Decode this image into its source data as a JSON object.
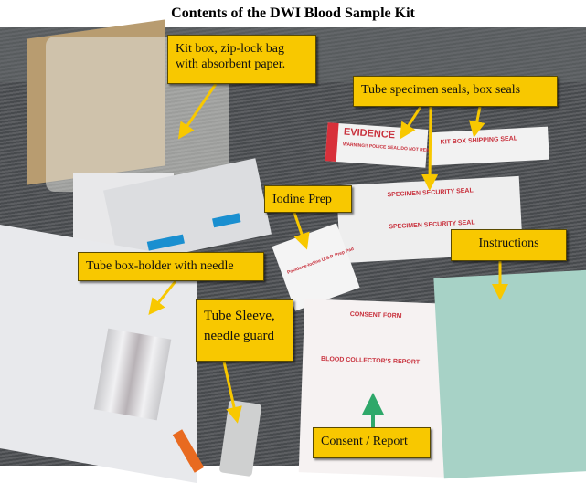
{
  "title": "Contents of the DWI Blood Sample Kit",
  "callouts": {
    "kit_box": "Kit box, zip-lock bag with absorbent paper.",
    "seals": "Tube specimen seals, box seals",
    "iodine": "Iodine Prep",
    "tube_box": "Tube box-holder with needle",
    "sleeve": "Tube Sleeve, needle guard",
    "instructions": "Instructions",
    "consent": "Consent / Report"
  },
  "photo_text": {
    "evidence": "EVIDENCE",
    "police_seal": "WARNING!! POLICE SEAL DO NOT REMOVE",
    "shipping_seal": "KIT BOX SHIPPING SEAL",
    "specimen_seal_1": "SPECIMEN SECURITY SEAL",
    "specimen_seal_2": "SPECIMEN SECURITY SEAL",
    "iodine_pad": "Povidone-Iodine U.S.P. Prep Pad",
    "consent_form": "CONSENT FORM",
    "collector_report": "BLOOD COLLECTOR'S REPORT"
  },
  "colors": {
    "callout": "#f8c800",
    "arrow": "#f8c800",
    "consent_arrow": "#2fa86a"
  }
}
